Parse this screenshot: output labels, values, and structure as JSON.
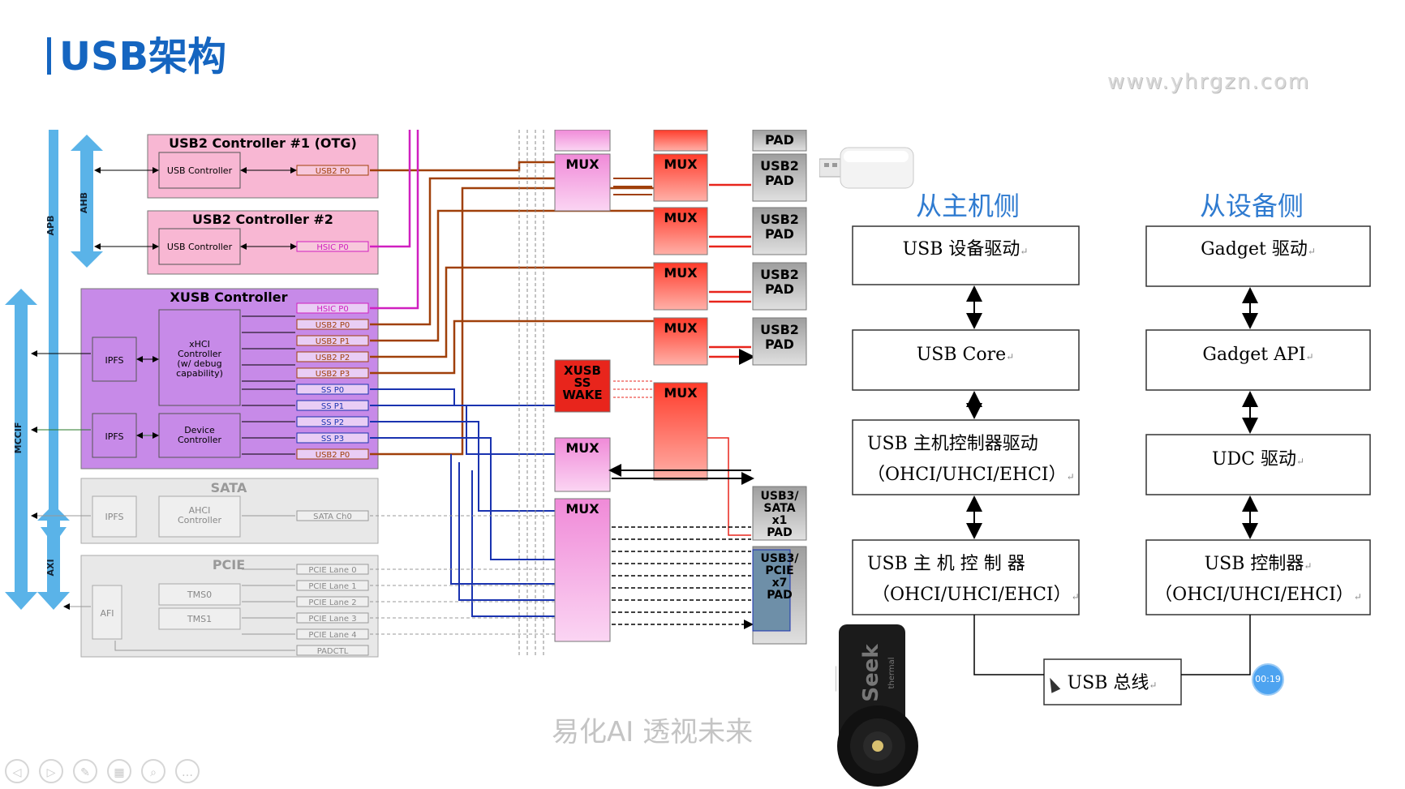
{
  "slide": {
    "title": "USB架构",
    "watermark_url": "www.yhrgzn.com",
    "watermark_bottom": "易化AI   透视未来",
    "timer": "00:19"
  },
  "hardware": {
    "bus_apb": "APB",
    "bus_ahb": "AHB",
    "bus_mccif": "MCCIF",
    "bus_axi": "AXI",
    "usb2_ctrl1": {
      "title": "USB2 Controller #1 (OTG)",
      "inner": "USB Controller",
      "port": "USB2 P0"
    },
    "usb2_ctrl2": {
      "title": "USB2 Controller #2",
      "inner": "USB Controller",
      "port": "HSIC P0"
    },
    "xusb": {
      "title": "XUSB Controller",
      "ipfs": "IPFS",
      "xhci_lines": [
        "xHCI",
        "Controller",
        "(w/ debug",
        "capability)"
      ],
      "device_lines": [
        "Device",
        "Controller"
      ],
      "ports": [
        "HSIC P0",
        "USB2 P0",
        "USB2 P1",
        "USB2 P2",
        "USB2 P3",
        "SS P0",
        "SS P1",
        "SS P2",
        "SS P3",
        "USB2 P0"
      ]
    },
    "sata": {
      "title": "SATA",
      "ipfs": "IPFS",
      "ahci_lines": [
        "AHCI",
        "Controller"
      ],
      "port": "SATA Ch0"
    },
    "pcie": {
      "title": "PCIE",
      "afi": "AFI",
      "tms0": "TMS0",
      "tms1": "TMS1",
      "lanes": [
        "PCIE Lane 0",
        "PCIE Lane 1",
        "PCIE Lane 2",
        "PCIE Lane 3",
        "PCIE Lane 4"
      ],
      "padctl": "PADCTL"
    },
    "mux": "MUX",
    "xusb_wake_lines": [
      "XUSB",
      "SS",
      "WAKE"
    ],
    "pad": "PAD",
    "usb2_pad_lines": [
      "USB2",
      "PAD"
    ],
    "usb3_sata_lines": [
      "USB3/",
      "SATA",
      "x1",
      "PAD"
    ],
    "usb3_pcie_lines": [
      "USB3/",
      "PCIE",
      "x7",
      "PAD"
    ]
  },
  "software": {
    "host_side_title": "从主机侧",
    "device_side_title": "从设备侧",
    "host_device_driver": "USB 设备驱动",
    "host_core": "USB Core",
    "host_ctrl_driver_lines": [
      "USB  主机控制器驱动",
      "（OHCI/UHCI/EHCI）"
    ],
    "host_ctrl_lines": [
      "USB   主 机 控 制 器",
      "（OHCI/UHCI/EHCI）"
    ],
    "gadget_driver": "Gadget 驱动",
    "gadget_api": "Gadget API",
    "udc_driver": "UDC 驱动",
    "usb_ctrl_lines": [
      "USB 控制器",
      "（OHCI/UHCI/EHCI）"
    ],
    "usb_bus": "USB 总线",
    "para_mark": "↵"
  },
  "device_brand": "Seek",
  "device_brand_sub": "thermal",
  "toolbar": {
    "icons": [
      "prev-icon",
      "next-icon",
      "pen-icon",
      "slides-icon",
      "zoom-icon",
      "more-icon"
    ],
    "glyphs": [
      "◁",
      "▷",
      "✎",
      "▦",
      "⌕",
      "…"
    ]
  },
  "colors": {
    "title_blue": "#1565c0",
    "usb2_pink": "#f8b7d3",
    "xusb_purple": "#c78ae8",
    "mux_pink": "#f2b2ec",
    "mux_red": "#e8251c",
    "pad_gray": "#bdbdbd",
    "bus_blue": "#5ab3e8",
    "wire_brown": "#a0400a",
    "wire_magenta": "#d020c0",
    "wire_blue": "#1a33b0",
    "sw_title_blue": "#2f7bd0"
  }
}
